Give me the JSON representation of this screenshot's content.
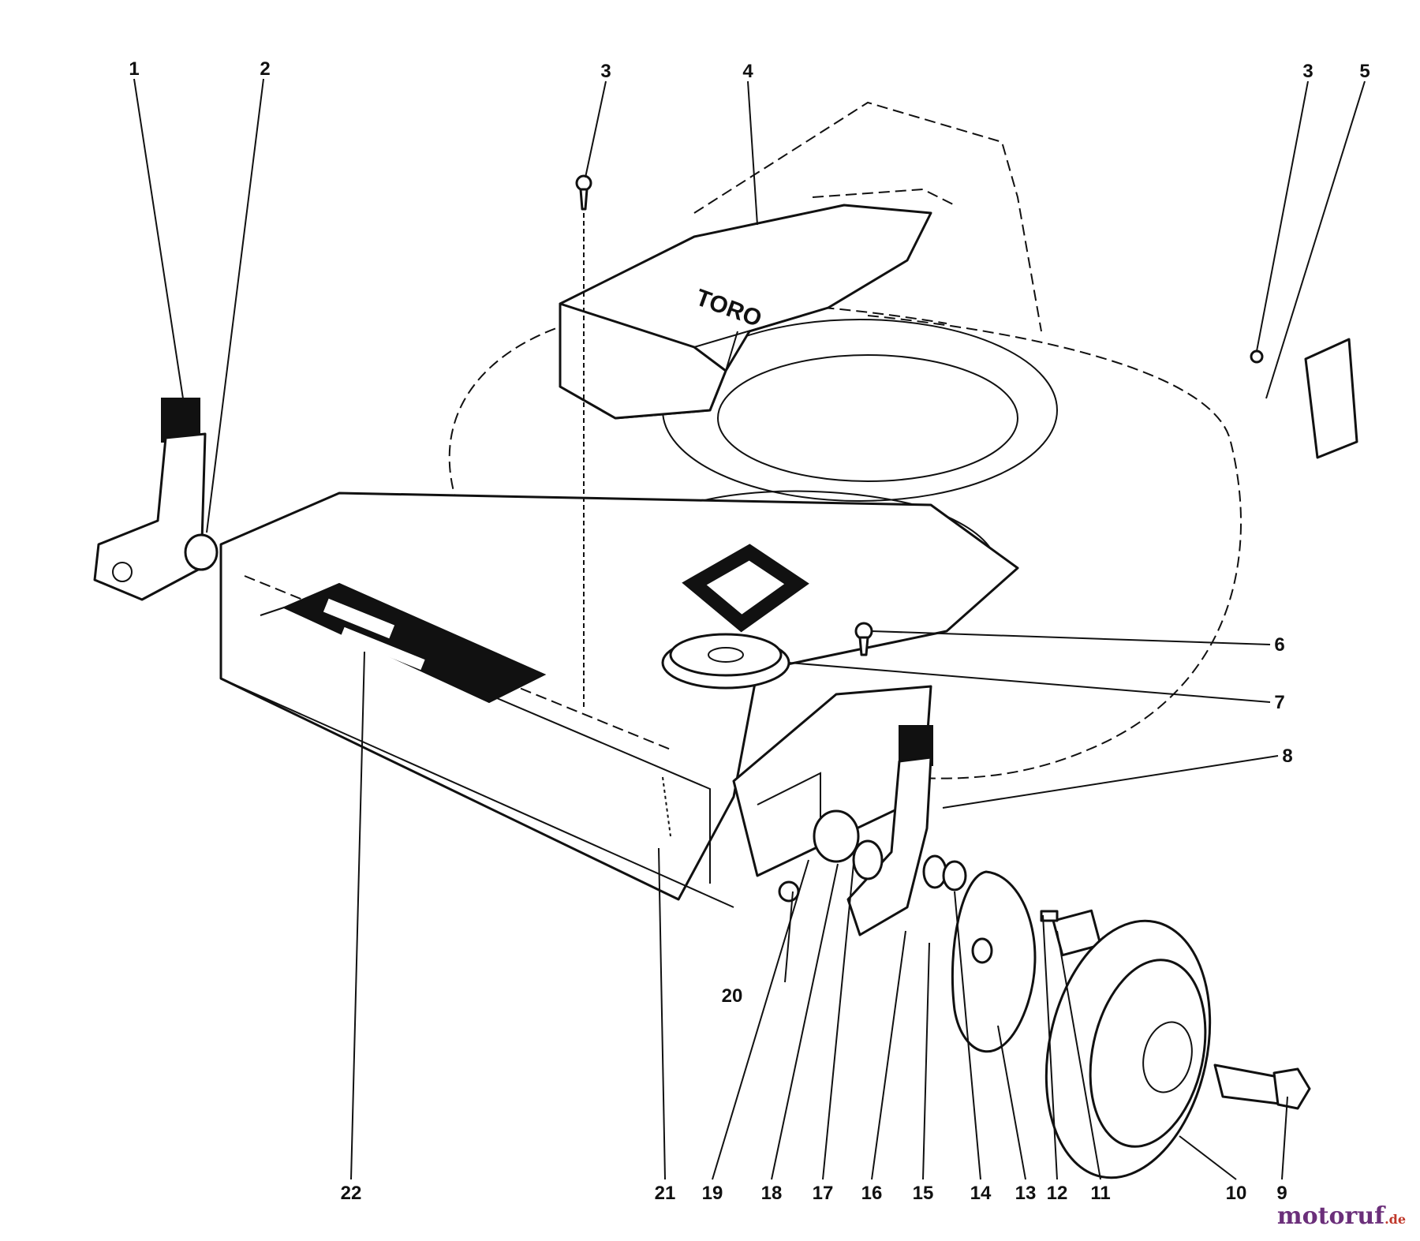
{
  "watermark": {
    "brand": "motoruf",
    "suffix": ".de"
  },
  "callouts": [
    {
      "id": "c1",
      "number": "1"
    },
    {
      "id": "c2",
      "number": "2"
    },
    {
      "id": "c3a",
      "number": "3"
    },
    {
      "id": "c4",
      "number": "4"
    },
    {
      "id": "c3b",
      "number": "3"
    },
    {
      "id": "c5",
      "number": "5"
    },
    {
      "id": "c6",
      "number": "6"
    },
    {
      "id": "c7",
      "number": "7"
    },
    {
      "id": "c8",
      "number": "8"
    },
    {
      "id": "c20",
      "number": "20"
    },
    {
      "id": "c22",
      "number": "22"
    },
    {
      "id": "c21",
      "number": "21"
    },
    {
      "id": "c19",
      "number": "19"
    },
    {
      "id": "c18",
      "number": "18"
    },
    {
      "id": "c17",
      "number": "17"
    },
    {
      "id": "c16",
      "number": "16"
    },
    {
      "id": "c15",
      "number": "15"
    },
    {
      "id": "c14",
      "number": "14"
    },
    {
      "id": "c13",
      "number": "13"
    },
    {
      "id": "c12",
      "number": "12"
    },
    {
      "id": "c11",
      "number": "11"
    },
    {
      "id": "c10",
      "number": "10"
    },
    {
      "id": "c9",
      "number": "9"
    }
  ]
}
